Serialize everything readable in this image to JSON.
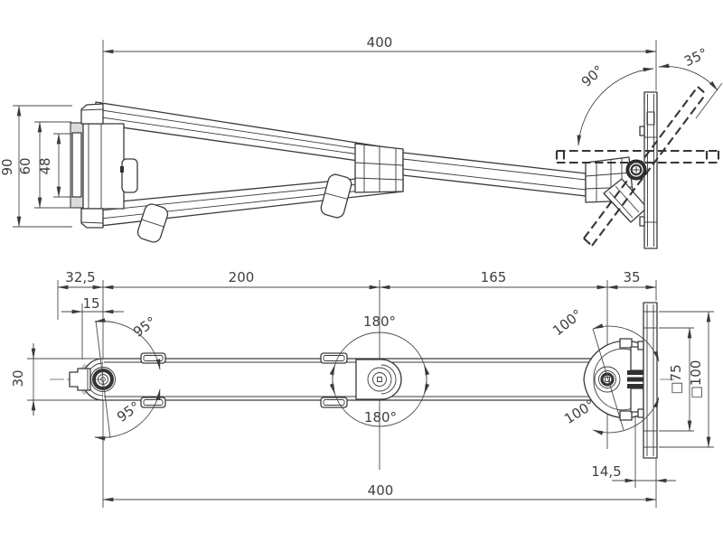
{
  "colors": {
    "background": "#ffffff",
    "line": "#3a3a3a",
    "dimension": "#4a4a4a",
    "shading": "#c9c9c9",
    "dark_fill": "#303030"
  },
  "side_view": {
    "dim_reach": "400",
    "dim_bracket_height": "90",
    "dim_plate_height": "60",
    "dim_slot_height": "48",
    "angle_tilt_swing": "90°",
    "angle_tilt_extra": "35°"
  },
  "bottom_view": {
    "dim_wall_to_pivot": "32,5",
    "dim_arm1": "200",
    "dim_arm2": "165",
    "dim_head": "35",
    "dim_pivot_inset": "15",
    "dim_arm_width": "30",
    "dim_plate_offset": "14,5",
    "dim_total_reach": "400",
    "angle_base_swivel_upper": "95°",
    "angle_base_swivel_lower": "95°",
    "angle_elbow_upper": "180°",
    "angle_elbow_lower": "180°",
    "angle_head_swivel_upper": "100°",
    "angle_head_swivel_lower": "100°",
    "vesa_75": "□75",
    "vesa_100": "□100"
  }
}
